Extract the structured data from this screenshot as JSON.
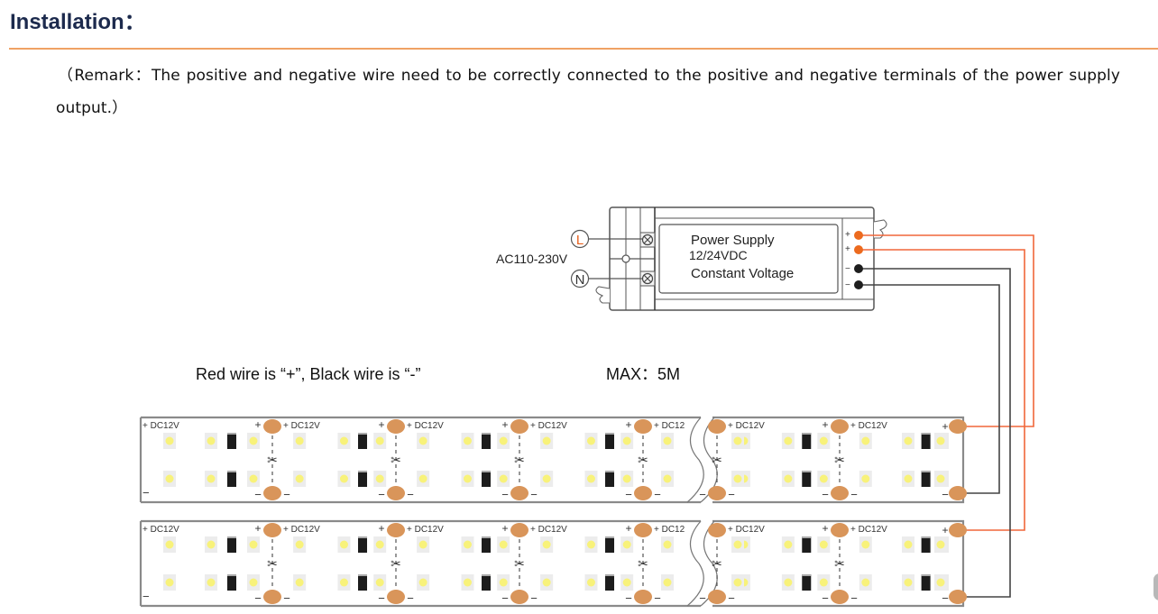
{
  "header": {
    "title": "Installation："
  },
  "remark": {
    "line1": "（Remark：The positive and negative wire need to be correctly connected to the positive and negative terminals of the power supply",
    "line2": "output.）"
  },
  "power_supply": {
    "title": "Power Supply",
    "voltage": "12/24VDC",
    "mode": "Constant Voltage",
    "ac_input_label": "AC110-230V",
    "terminal_live": "L",
    "terminal_neutral": "N",
    "output_terminals": [
      "+",
      "+",
      "−",
      "−"
    ]
  },
  "notes": {
    "wire_legend": "Red wire is “+”, Black wire is “-”",
    "max_length": "MAX：5M"
  },
  "strip": {
    "segment_label": "+ DC12V",
    "segment_label_short": "+ DC12",
    "plus_sign": "+",
    "minus_sign": "−",
    "cut_mark": "✂",
    "count": 2
  },
  "colors": {
    "title": "#1c2a4d",
    "rule": "#f0a264",
    "red_wire": "#f0673a",
    "black_wire": "#333333",
    "pad": "#d9955a",
    "led": "#f8f27a"
  }
}
